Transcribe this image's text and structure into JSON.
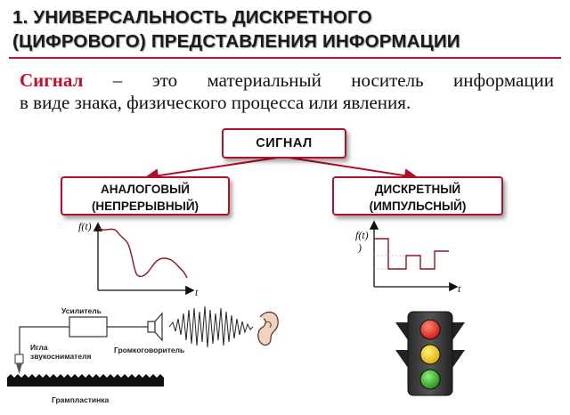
{
  "title": {
    "line1": "1. УНИВЕРСАЛЬНОСТЬ ДИСКРЕТНОГО",
    "line2": "(ЦИФРОВОГО) ПРЕДСТАВЛЕНИЯ ИНФОРМАЦИИ"
  },
  "definition": {
    "term": "Сигнал",
    "rest_line1": " – это материальный носитель информации",
    "line2": "в виде знака, физического процесса или явления."
  },
  "diagram": {
    "root": "СИГНАЛ",
    "analog": {
      "line1": "АНАЛОГОВЫЙ",
      "line2": "(НЕПРЕРЫВНЫЙ)"
    },
    "discrete": {
      "line1": "ДИСКРЕТНЫЙ",
      "line2": "(ИМПУЛЬСНЫЙ)"
    }
  },
  "graphs": {
    "analog_y": "f(t)",
    "analog_x": "t",
    "discrete_y": "f(t)",
    "discrete_y_paren": ")",
    "discrete_x": "t"
  },
  "gramophone": {
    "amplifier": "Усилитель",
    "needle": "Игла\nзвукоснимателя",
    "speaker": "Громкоговоритель",
    "record": "Грампластинка"
  },
  "colors": {
    "accent": "#c0102a",
    "light_red": "#e0201c",
    "light_yellow": "#f0c000",
    "light_green": "#2aa020"
  }
}
